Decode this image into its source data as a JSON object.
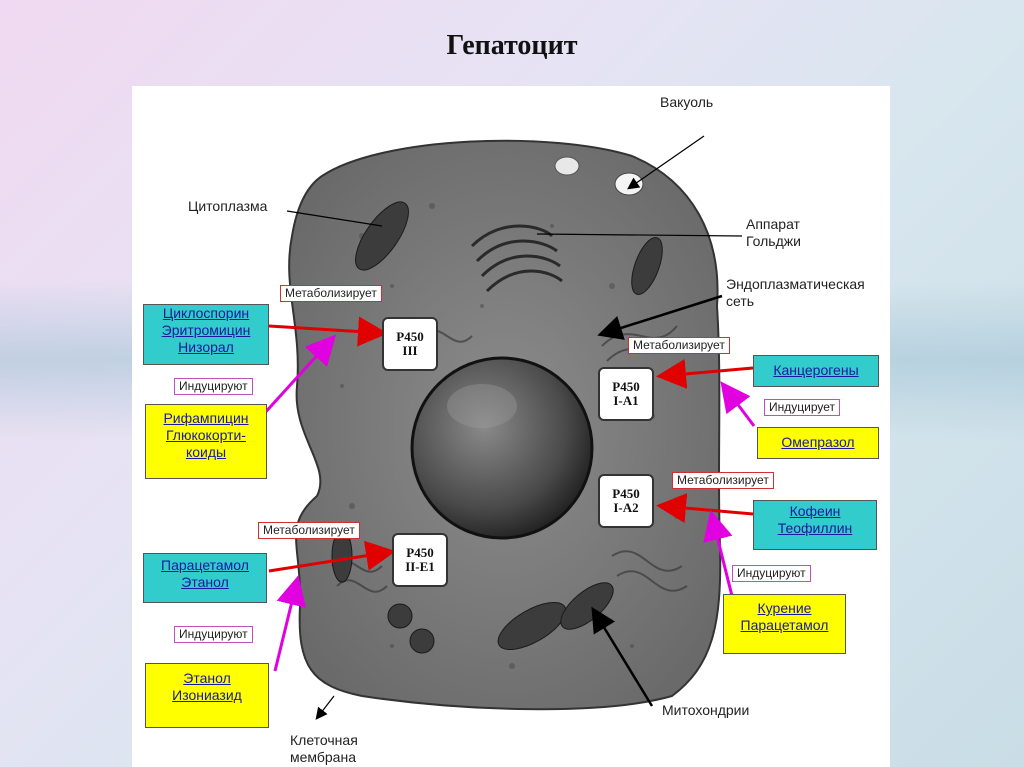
{
  "title": "Гепатоцит",
  "labels": {
    "vacuole": "Вакуоль",
    "cytoplasm": "Цитоплазма",
    "golgi_1": "Аппарат",
    "golgi_2": "Гольджи",
    "er_1": "Эндоплазматическая",
    "er_2": "сеть",
    "mito": "Митохондрии",
    "membrane_1": "Клеточная",
    "membrane_2": "мембрана"
  },
  "enzymes": {
    "e1_a": "Р450",
    "e1_b": "III",
    "e2_a": "Р450",
    "e2_b": "I-A1",
    "e3_a": "Р450",
    "e3_b": "I-A2",
    "e4_a": "Р450",
    "e4_b": "II-E1"
  },
  "tags": {
    "met1": "Метаболизирует",
    "met2": "Метаболизирует",
    "met3": "Метаболизирует",
    "met4": "Метаболизирует",
    "ind1": "Индуцируют",
    "ind2": "Индуцирует",
    "ind3": "Индуцируют",
    "ind4": "Индуцируют"
  },
  "substrates": {
    "s1_a": "Циклоспорин",
    "s1_b": "Эритромицин",
    "s1_c": "Низорал",
    "s2": "Канцерогены",
    "s3_a": "Кофеин",
    "s3_b": "Теофиллин",
    "s4_a": "Парацетамол",
    "s4_b": "Этанол"
  },
  "inducers": {
    "i1_a": "Рифампицин",
    "i1_b": "Глюкокорти-",
    "i1_c": "коиды",
    "i2": "Омепразол",
    "i3_a": "Курение",
    "i3_b": "Парацетамол",
    "i4_a": "Этанол",
    "i4_b": "Изониазид"
  },
  "colors": {
    "substrate_box": "#33cccc",
    "inducer_box": "#ffff00",
    "metabolize_arrow": "#e00000",
    "induce_arrow": "#e000e0"
  }
}
